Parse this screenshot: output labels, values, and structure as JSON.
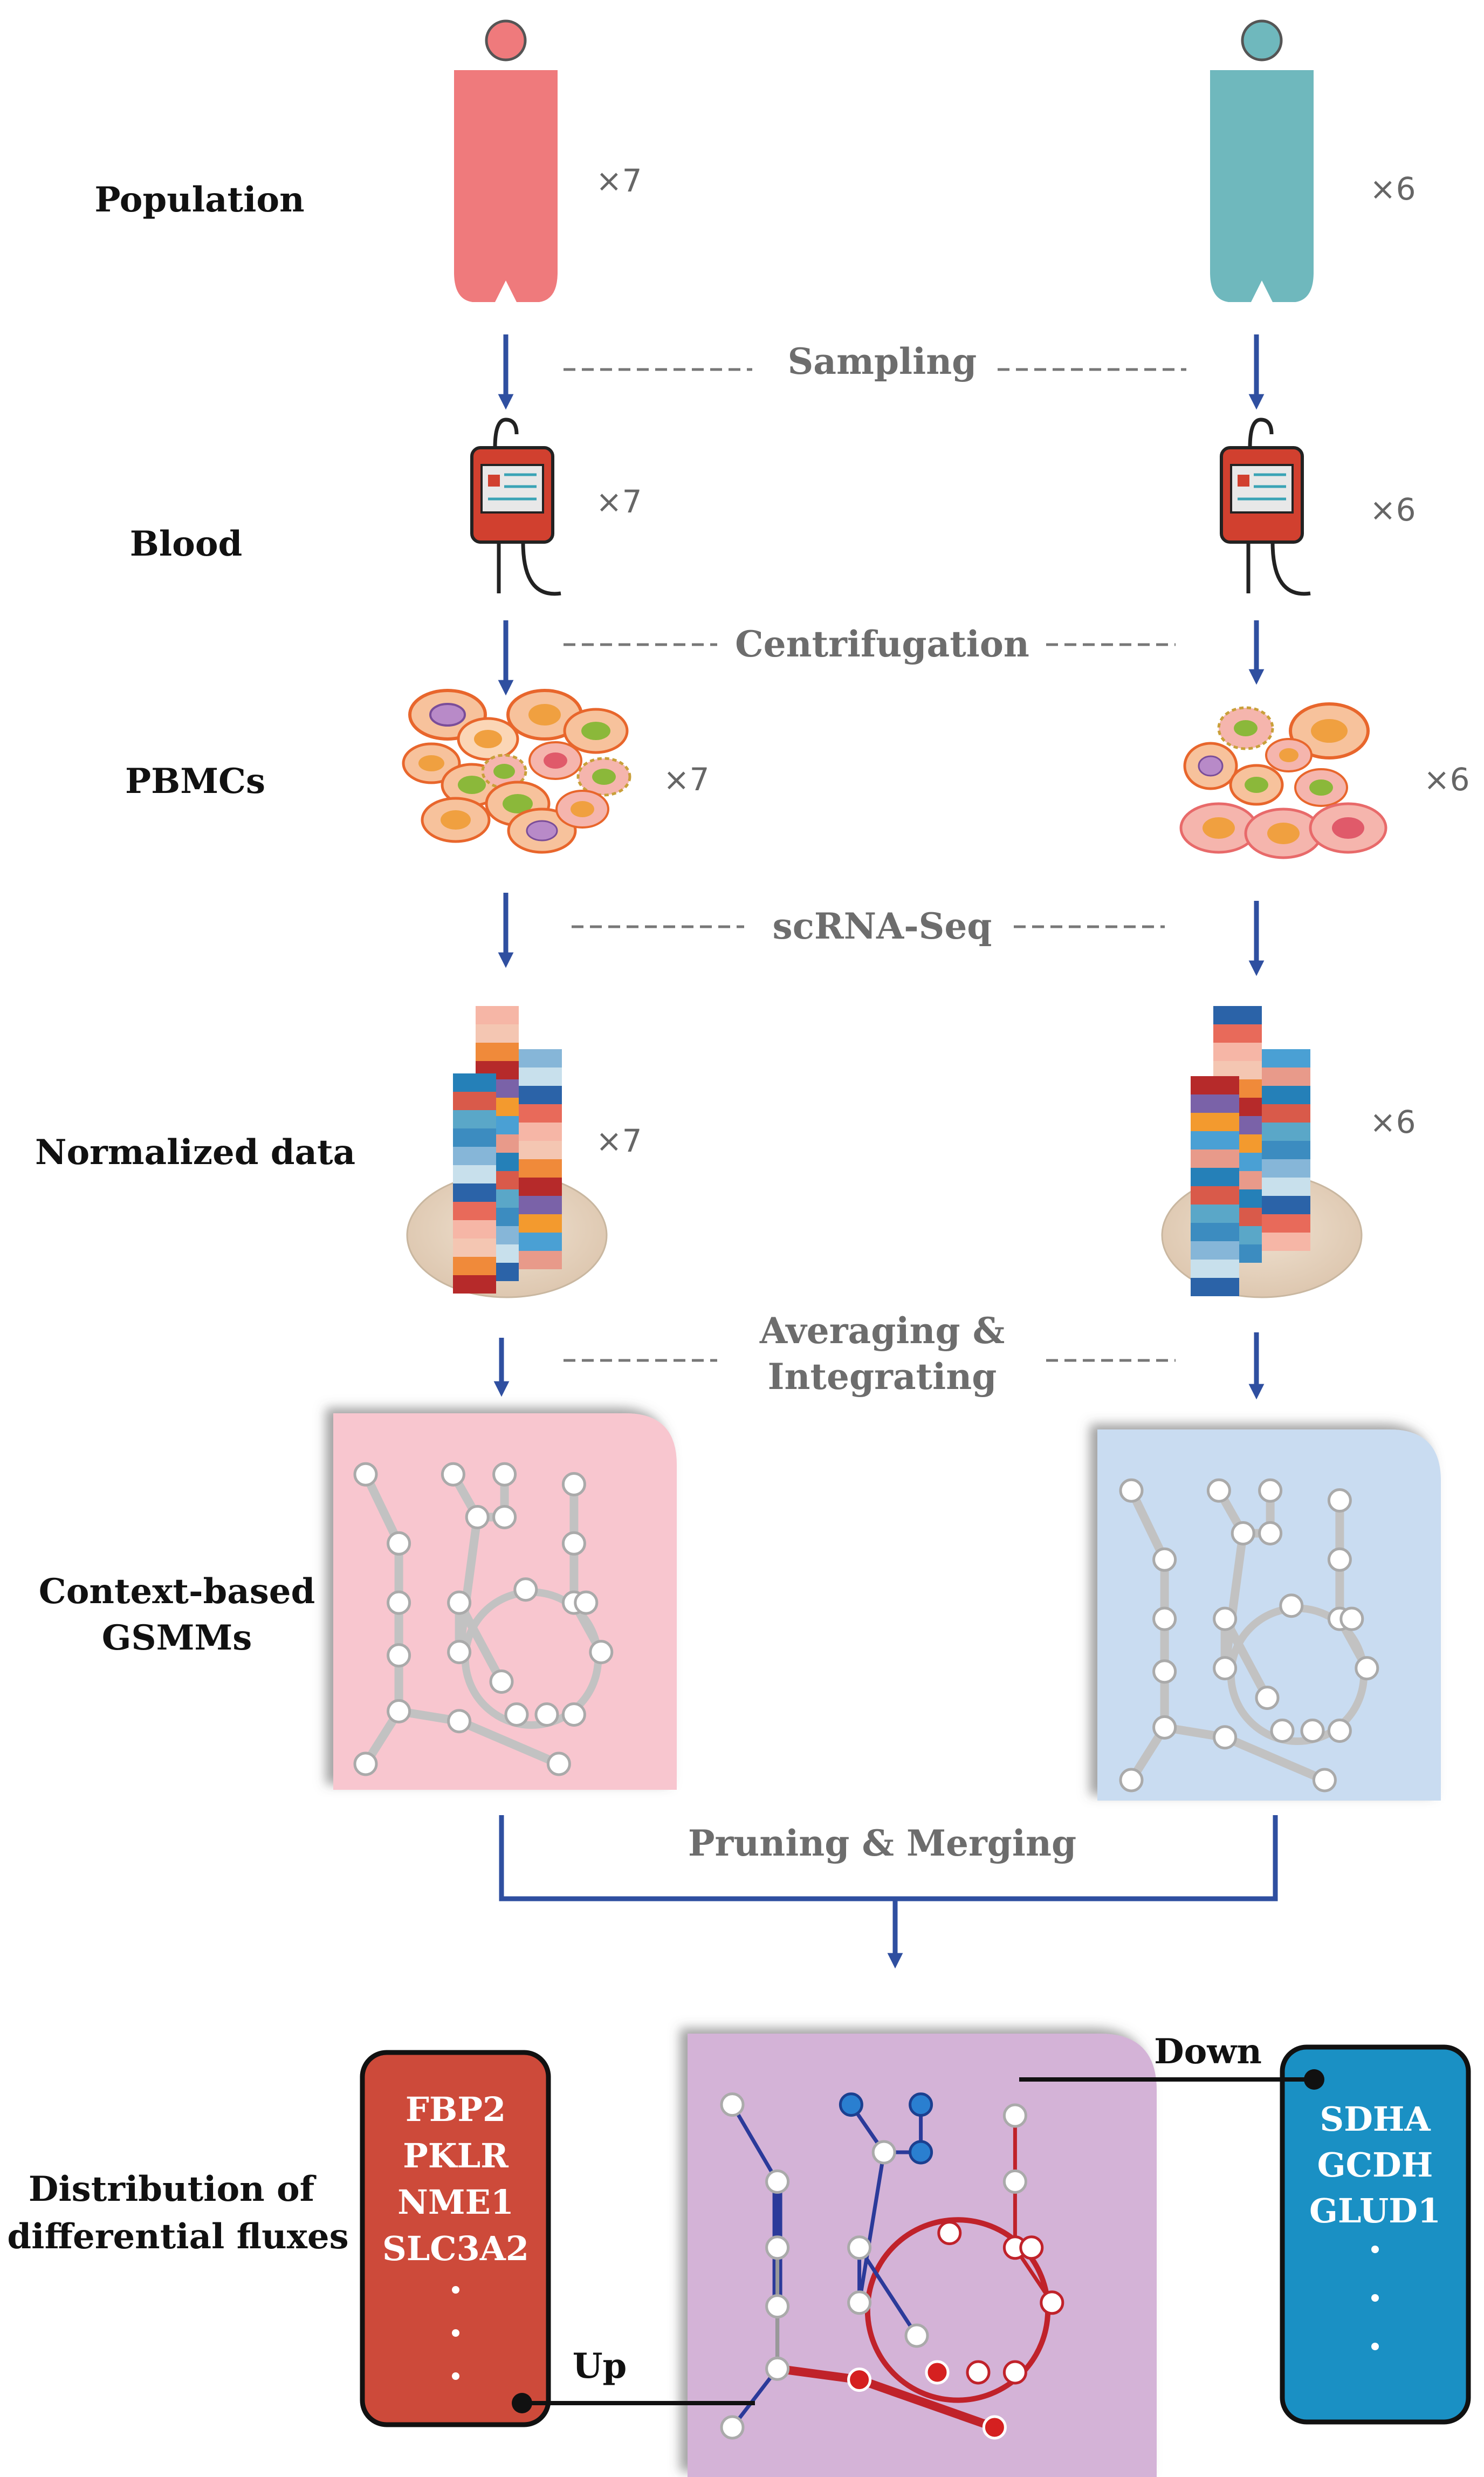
{
  "rows": {
    "population": "Population",
    "blood": "Blood",
    "pbmcs": "PBMCs",
    "normalized": "Normalized data",
    "gsmm_line1": "Context-based",
    "gsmm_line2": "GSMMs",
    "dist_line1": "Distribution of",
    "dist_line2": "differential fluxes"
  },
  "multipliers": {
    "left": "×7",
    "right": "×6"
  },
  "steps": {
    "sampling": "Sampling",
    "centrifugation": "Centrifugation",
    "scrna": "scRNA-Seq",
    "averaging_line1": "Averaging &",
    "averaging_line2": "Integrating",
    "pruning": "Pruning & Merging"
  },
  "up": {
    "label": "Up",
    "genes": [
      "FBP2",
      "PKLR",
      "NME1",
      "SLC3A2"
    ]
  },
  "down": {
    "label": "Down",
    "genes": [
      "SDHA",
      "GCDH",
      "GLUD1"
    ]
  },
  "colors": {
    "left_person": "#ef7a7c",
    "right_person": "#6fb8bd",
    "arrow": "#2f4fa0",
    "left_model": "#f8c6cf",
    "right_model": "#c9dcf1",
    "merged_model": "#d4b3d7",
    "up_box": "#cd4a3a",
    "down_box": "#1a90c4",
    "up_flux": "#c0222a",
    "down_flux": "#2b3a9a"
  }
}
